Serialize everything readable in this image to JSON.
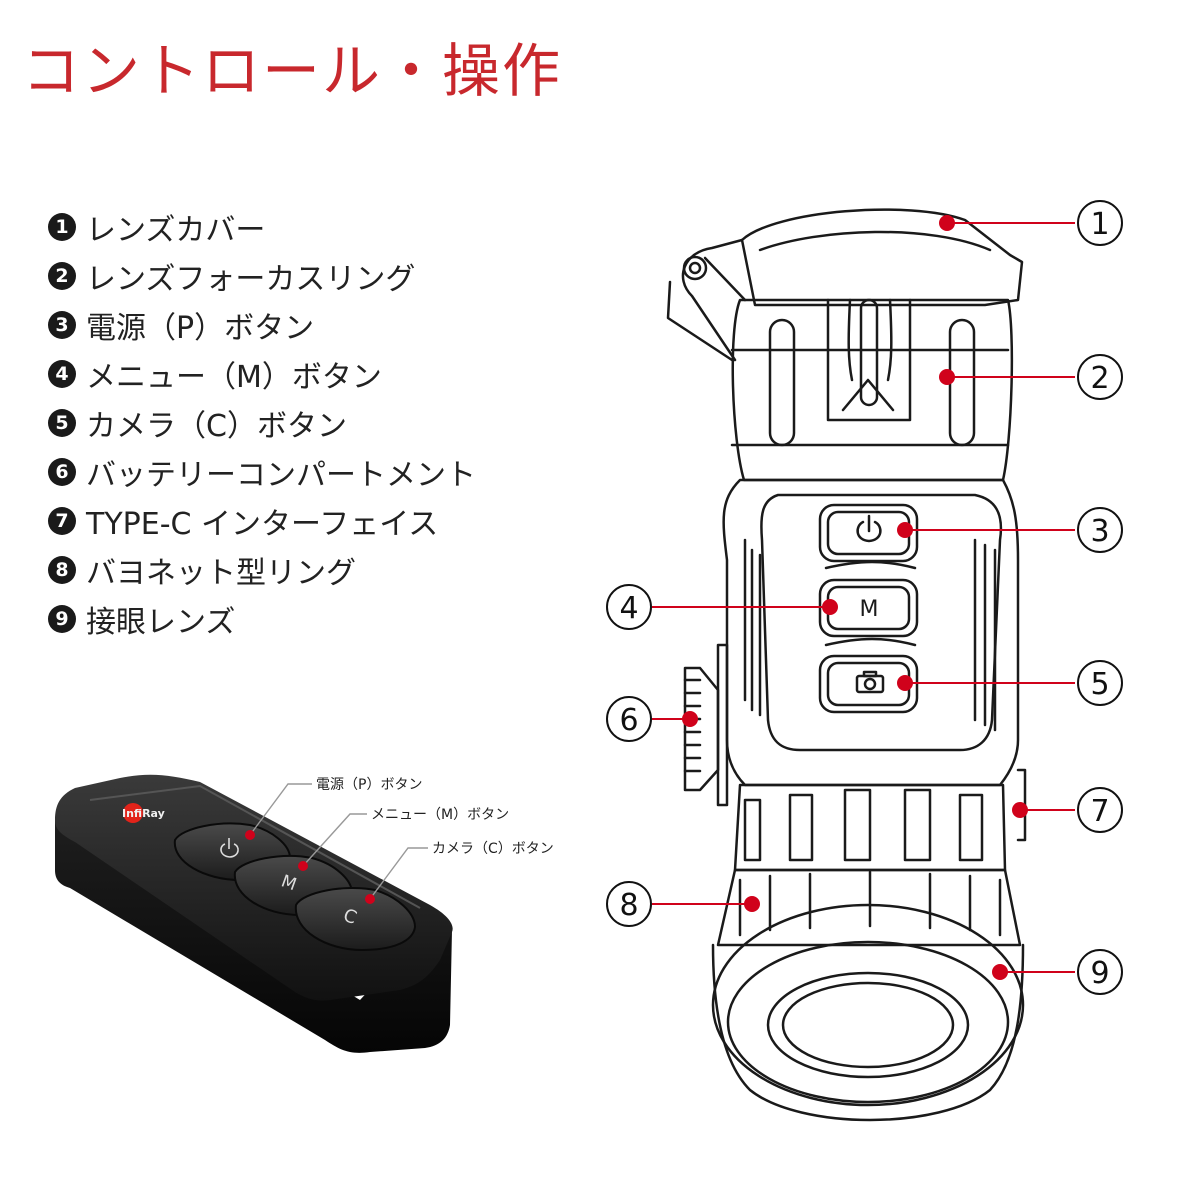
{
  "title": "コントロール・操作",
  "legend": [
    {
      "num": "1",
      "label": "レンズカバー"
    },
    {
      "num": "2",
      "label": "レンズフォーカスリング"
    },
    {
      "num": "3",
      "label": "電源（P）ボタン"
    },
    {
      "num": "4",
      "label": "メニュー（M）ボタン"
    },
    {
      "num": "5",
      "label": "カメラ（C）ボタン"
    },
    {
      "num": "6",
      "label": "バッテリーコンパートメント"
    },
    {
      "num": "7",
      "label": "TYPE-C インターフェイス"
    },
    {
      "num": "8",
      "label": "バヨネット型リング"
    },
    {
      "num": "9",
      "label": "接眼レンズ"
    }
  ],
  "callouts": [
    "1",
    "2",
    "3",
    "4",
    "5",
    "6",
    "7",
    "8",
    "9"
  ],
  "device": {
    "menu_button_label": "M"
  },
  "remote": {
    "brand": "InfiRay",
    "power_label": "電源（P）ボタン",
    "menu_label": "メニュー（M）ボタン",
    "camera_label": "カメラ（C）ボタン",
    "menu_key": "M",
    "camera_key": "C"
  },
  "colors": {
    "accent": "#c8282d",
    "callout_dot": "#d0021b"
  }
}
